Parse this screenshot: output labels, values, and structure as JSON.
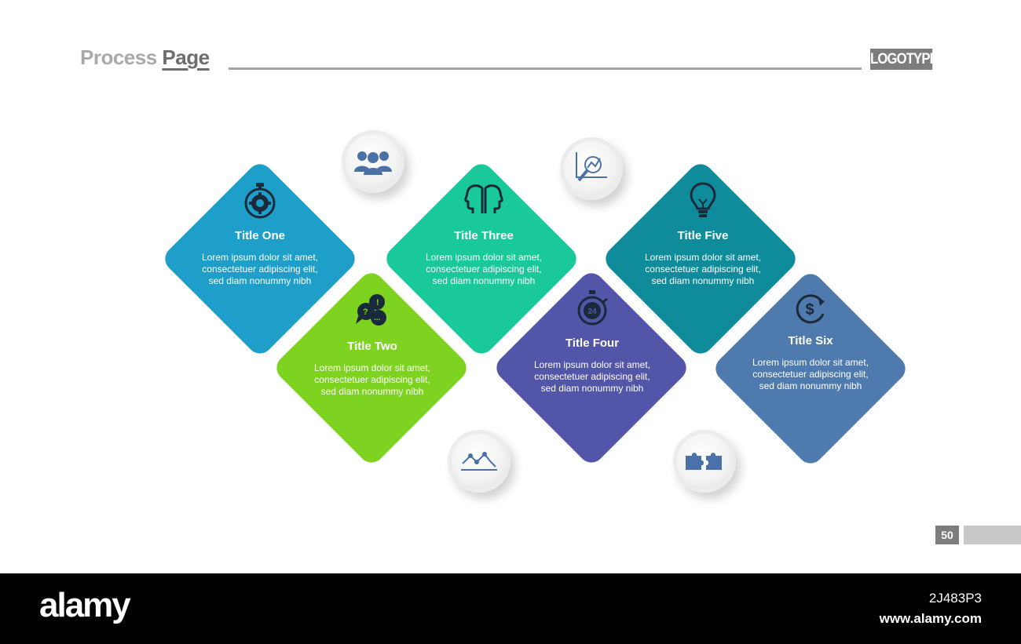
{
  "header": {
    "title_part1": "Process",
    "title_part2": "Page",
    "logo": "LOGOTYPE"
  },
  "steps": [
    {
      "title": "Title One",
      "text": [
        "Lorem ipsum dolor sit amet,",
        "consectetuer adipiscing elit,",
        "sed diam nonummy nibh"
      ],
      "color": "#1d9fc9",
      "icon": "stopwatch-gear-icon"
    },
    {
      "title": "Title Two",
      "text": [
        "Lorem ipsum dolor sit amet,",
        "consectetuer adipiscing elit,",
        "sed diam nonummy nibh"
      ],
      "color": "#7ed321",
      "icon": "chat-bubbles-icon"
    },
    {
      "title": "Title Three",
      "text": [
        "Lorem ipsum dolor sit amet,",
        "consectetuer adipiscing elit,",
        "sed diam nonummy nibh"
      ],
      "color": "#19c99a",
      "icon": "two-heads-icon"
    },
    {
      "title": "Title Four",
      "text": [
        "Lorem ipsum dolor sit amet,",
        "consectetuer adipiscing elit,",
        "sed diam nonummy nibh"
      ],
      "color": "#5355a8",
      "icon": "24-hour-clock-icon"
    },
    {
      "title": "Title Five",
      "text": [
        "Lorem ipsum dolor sit amet,",
        "consectetuer adipiscing elit,",
        "sed diam nonummy nibh"
      ],
      "color": "#0e8c9c",
      "icon": "lightbulb-icon"
    },
    {
      "title": "Title Six",
      "text": [
        "Lorem ipsum dolor sit amet,",
        "consectetuer adipiscing elit,",
        "sed diam nonummy nibh"
      ],
      "color": "#4f7aad",
      "icon": "dollar-cycle-icon"
    }
  ],
  "bubbles": [
    {
      "icon": "team-icon"
    },
    {
      "icon": "chart-search-icon"
    },
    {
      "icon": "line-chart-icon"
    },
    {
      "icon": "puzzle-icon"
    }
  ],
  "colors": {
    "icon_dark": "#1a2a3a",
    "bubble_icon": "#4a72a8"
  },
  "page_number": "50",
  "footer": {
    "brand": "alamy",
    "image_code": "2J483P3",
    "url": "www.alamy.com"
  }
}
